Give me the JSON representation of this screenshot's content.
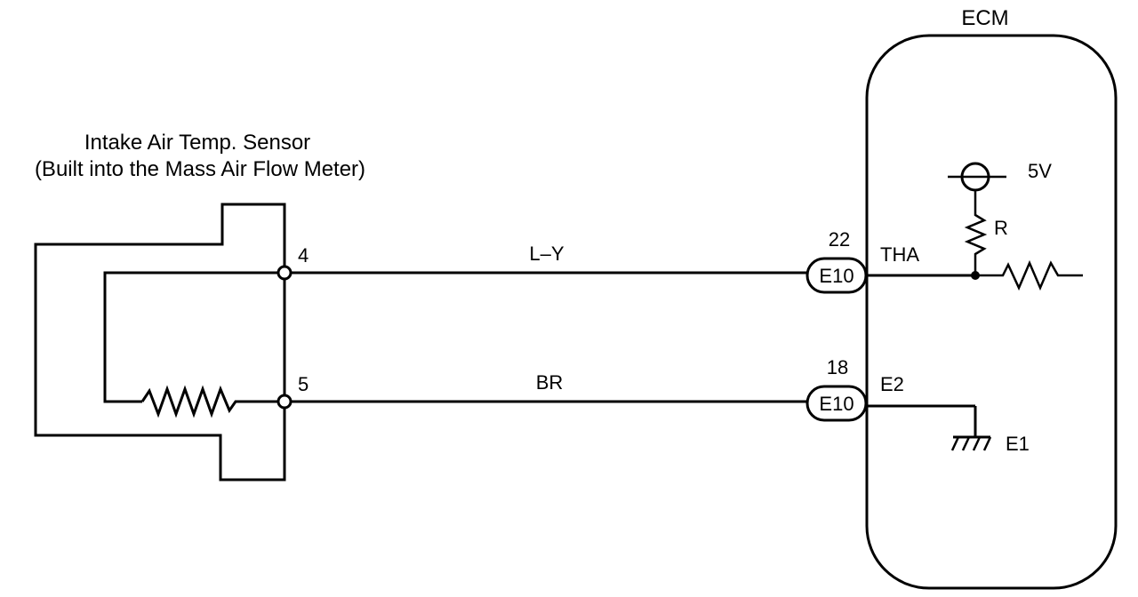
{
  "sensor": {
    "title_line1": "Intake Air Temp. Sensor",
    "title_line2": "(Built into the Mass Air Flow Meter)",
    "terminal_top": "4",
    "terminal_bottom": "5"
  },
  "wires": {
    "top_color": "L–Y",
    "bottom_color": "BR"
  },
  "connectors": {
    "top_pin": "22",
    "top_label": "E10",
    "bottom_pin": "18",
    "bottom_label": "E10"
  },
  "ecm": {
    "title": "ECM",
    "signal_terminal": "THA",
    "ground_terminal": "E2",
    "ground_label": "E1",
    "supply_voltage": "5V",
    "resistor_label": "R"
  }
}
